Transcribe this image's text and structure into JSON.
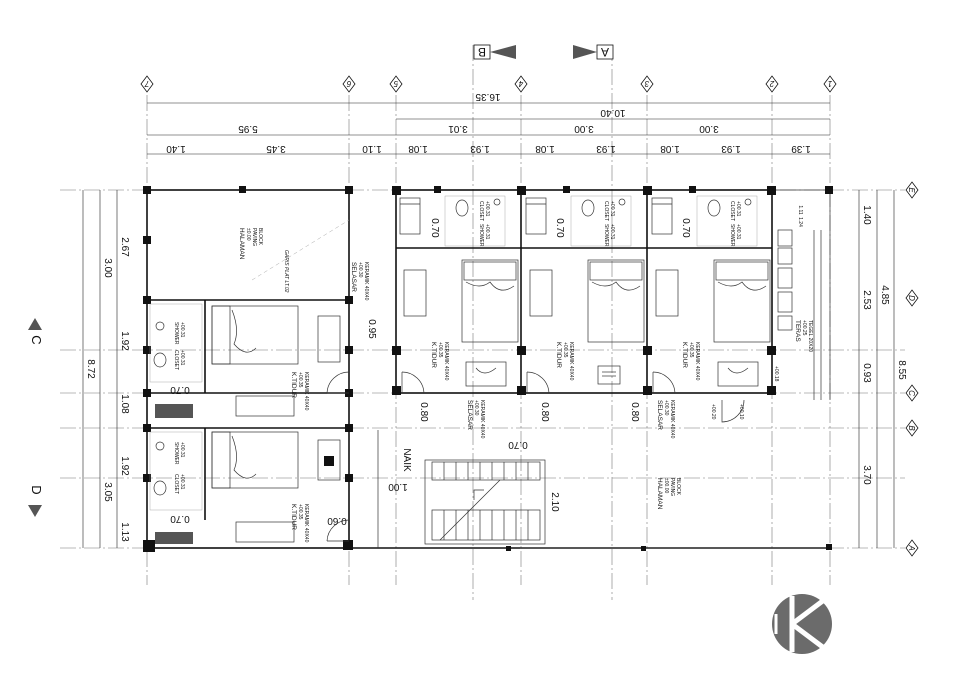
{
  "grid": {
    "columns": [
      "7",
      "6",
      "5",
      "4",
      "3",
      "2",
      "1"
    ],
    "rows_right": [
      "E",
      "D",
      "C",
      "B",
      "A"
    ],
    "section_top_left": "B",
    "section_top_right": "A",
    "section_left_top": "C",
    "section_left_bottom": "D"
  },
  "dims_top": {
    "total": "16.35",
    "part": "10.40",
    "row2": [
      "5.95",
      "3.01",
      "3.00",
      "3.00"
    ],
    "row3": [
      "1.40",
      "3.45",
      "1.10",
      "1.08",
      "1.93",
      "1.08",
      "1.93",
      "1.08",
      "1.93",
      "1.39"
    ]
  },
  "dims_left": {
    "total": "8.72",
    "upper": [
      "2.67",
      "1.92",
      "1.08",
      "1.92",
      "1.13"
    ],
    "lower": [
      "3.00",
      "3.05"
    ]
  },
  "dims_right": {
    "total": "8.55",
    "mid": "4.85",
    "segments": [
      "1.40",
      "2.53",
      "0.93",
      "3.70"
    ],
    "small": [
      "1.11",
      "1.24"
    ]
  },
  "inner_dims": {
    "corridor": [
      "0.80",
      "0.80",
      "0.80"
    ],
    "bath": "0.70",
    "left_gap": "0.95",
    "left_bath": [
      "0.70",
      "0.70"
    ],
    "door": "0.60",
    "stair_w": "0.70",
    "stair_h": "2.10",
    "stair_l": "1.00"
  },
  "rooms": {
    "halaman_top": {
      "name": "HALAMAN",
      "lvl": "±0.00",
      "finish": "PAVING",
      "blok": "BLOCK"
    },
    "garis_plat": "GARIS PLAT LT.02",
    "k_tidur": "K.TIDUR",
    "k_tidur_lvl": "+00.35",
    "k_tidur_finish": "KERAMIK 40X40",
    "selasar": "SELASAR",
    "selasar_lvl": "+00.30",
    "selasar_finish": "KERAMIK 40X40",
    "closet": "CLOSET",
    "closet_lvl": "+00.31",
    "shower": "SHOWER",
    "shower_lvl": "+00.31",
    "teras": "TERAS",
    "teras_lvl": "+00.25",
    "teras_finish": "TEGEL 20X20",
    "halaman_bottom": {
      "name": "HALAMAN",
      "lvl": "±00.00",
      "finish": "PAVING",
      "blok": "BLOCK"
    },
    "naik": "NAIK",
    "lvls": [
      "+00.18",
      "+00.20",
      "+00.10"
    ]
  },
  "colors": {
    "line": "#111111",
    "axis": "#777777",
    "logo": "#6b6b6b"
  }
}
